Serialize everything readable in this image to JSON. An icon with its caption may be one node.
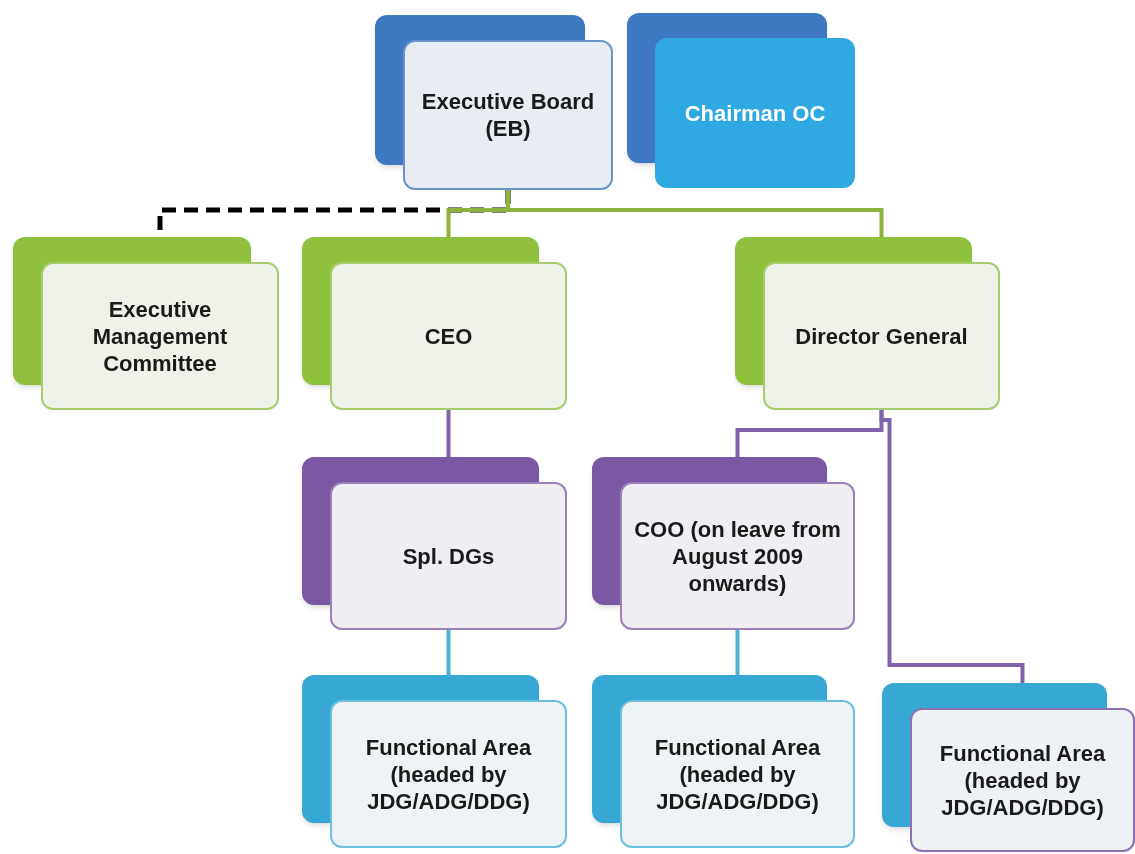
{
  "diagram": {
    "nodes": [
      {
        "text": [
          "Executive Board (EB)"
        ]
      },
      {
        "text": [
          "Chairman OC"
        ]
      },
      {
        "text": [
          "Executive Management Committee"
        ]
      },
      {
        "text": [
          "CEO"
        ]
      },
      {
        "text": [
          "Director General"
        ]
      },
      {
        "text": [
          "Spl. DGs"
        ]
      },
      {
        "text": [
          "COO (on leave from August 2009 onwards)"
        ]
      },
      {
        "text": [
          "Functional Area (headed by JDG/ADG/DDG)"
        ]
      },
      {
        "text": [
          "Functional Area (headed by JDG/ADG/DDG)"
        ]
      },
      {
        "text": [
          "Functional Area (headed by JDG/ADG/DDG)"
        ]
      }
    ],
    "edges": [
      {
        "from": 0,
        "to": 2,
        "arrow": "none",
        "style": "dashed",
        "color": "#000000"
      },
      {
        "from": 0,
        "to": 3,
        "arrow": "none",
        "color": "#8db33a"
      },
      {
        "from": 0,
        "to": 4,
        "arrow": "none",
        "color": "#8db33a"
      },
      {
        "from": 3,
        "to": 5,
        "arrow": "none",
        "color": "#8063a8"
      },
      {
        "from": 4,
        "to": 6,
        "arrow": "none",
        "color": "#8063a8"
      },
      {
        "from": 4,
        "to": 9,
        "arrow": "none",
        "color": "#8063a8"
      },
      {
        "from": 5,
        "to": 7,
        "arrow": "none",
        "color": "#4fb3cf"
      },
      {
        "from": 6,
        "to": 8,
        "arrow": "none",
        "color": "#4fb3cf"
      }
    ]
  }
}
